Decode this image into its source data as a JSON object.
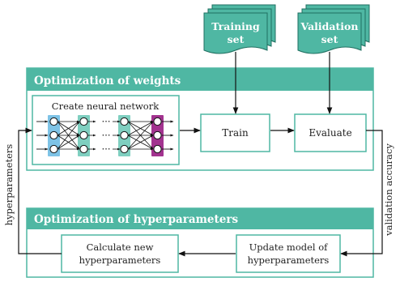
{
  "colors": {
    "teal": "#4fb7a3",
    "teal_dark": "#2a8a77",
    "box_border": "#4fb7a3",
    "arrow": "#111111",
    "layer_blue": "#7ec3e6",
    "layer_green": "#7fcfc0",
    "layer_magenta": "#a2338f",
    "node_fill": "#ffffff",
    "text_white": "#ffffff",
    "text_dark": "#222222"
  },
  "data_sources": {
    "training": [
      "Training",
      "set"
    ],
    "validation": [
      "Validation",
      "set"
    ]
  },
  "weights_panel": {
    "title": "Optimization of weights",
    "network_caption": "Create neural network",
    "train_label": "Train",
    "evaluate_label": "Evaluate"
  },
  "hyper_panel": {
    "title": "Optimization of hyperparameters",
    "update_label": [
      "Update model of",
      "hyperparameters"
    ],
    "calculate_label": [
      "Calculate new",
      "hyperparameters"
    ]
  },
  "side_labels": {
    "left": "hyperparameters",
    "right": "validation accuracy"
  },
  "network": {
    "layers": [
      {
        "color": "layer_blue",
        "nodes": 3
      },
      {
        "color": "layer_green",
        "nodes": 3
      },
      {
        "color": "layer_green",
        "nodes": 3
      },
      {
        "color": "layer_magenta",
        "nodes": 3
      }
    ],
    "ellipsis": "⋯"
  }
}
